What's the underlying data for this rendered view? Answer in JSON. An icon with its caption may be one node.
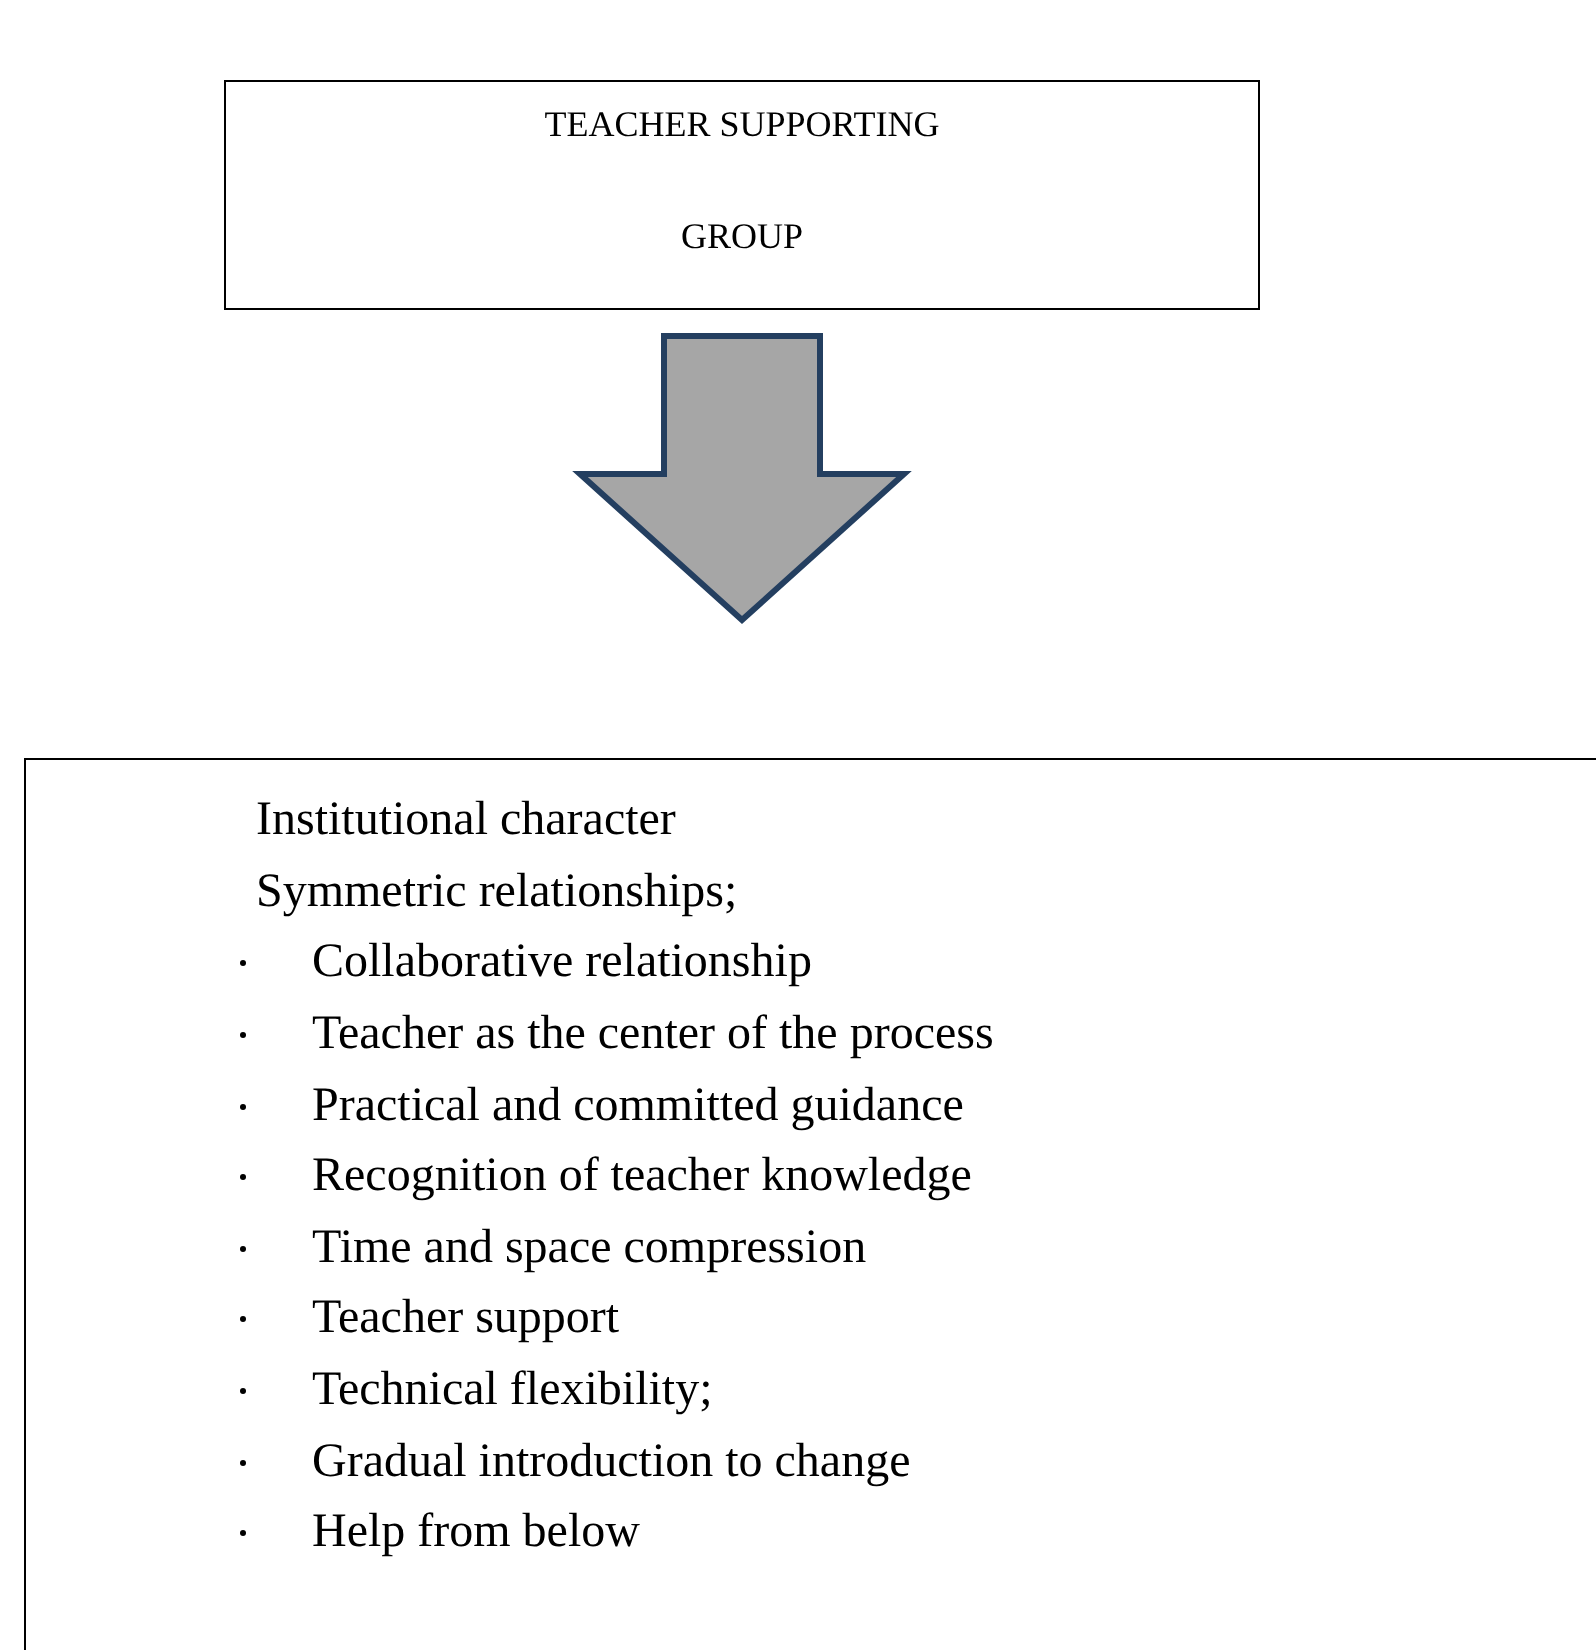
{
  "diagram": {
    "nodes": [
      {
        "text": [
          "TEACHER SUPPORTING GROUP"
        ]
      },
      {
        "text": [
          "Institutional character",
          "Symmetric relationships;",
          "Collaborative relationship",
          "Teacher as the center of the process",
          "Practical and committed guidance",
          "Recognition of teacher knowledge",
          "Time and space compression",
          "Teacher support",
          "Technical flexibility;",
          "Gradual introduction to change",
          "Help from below"
        ]
      }
    ],
    "edges": [
      {
        "from": 0,
        "to": 1,
        "arrow": "to"
      }
    ]
  }
}
